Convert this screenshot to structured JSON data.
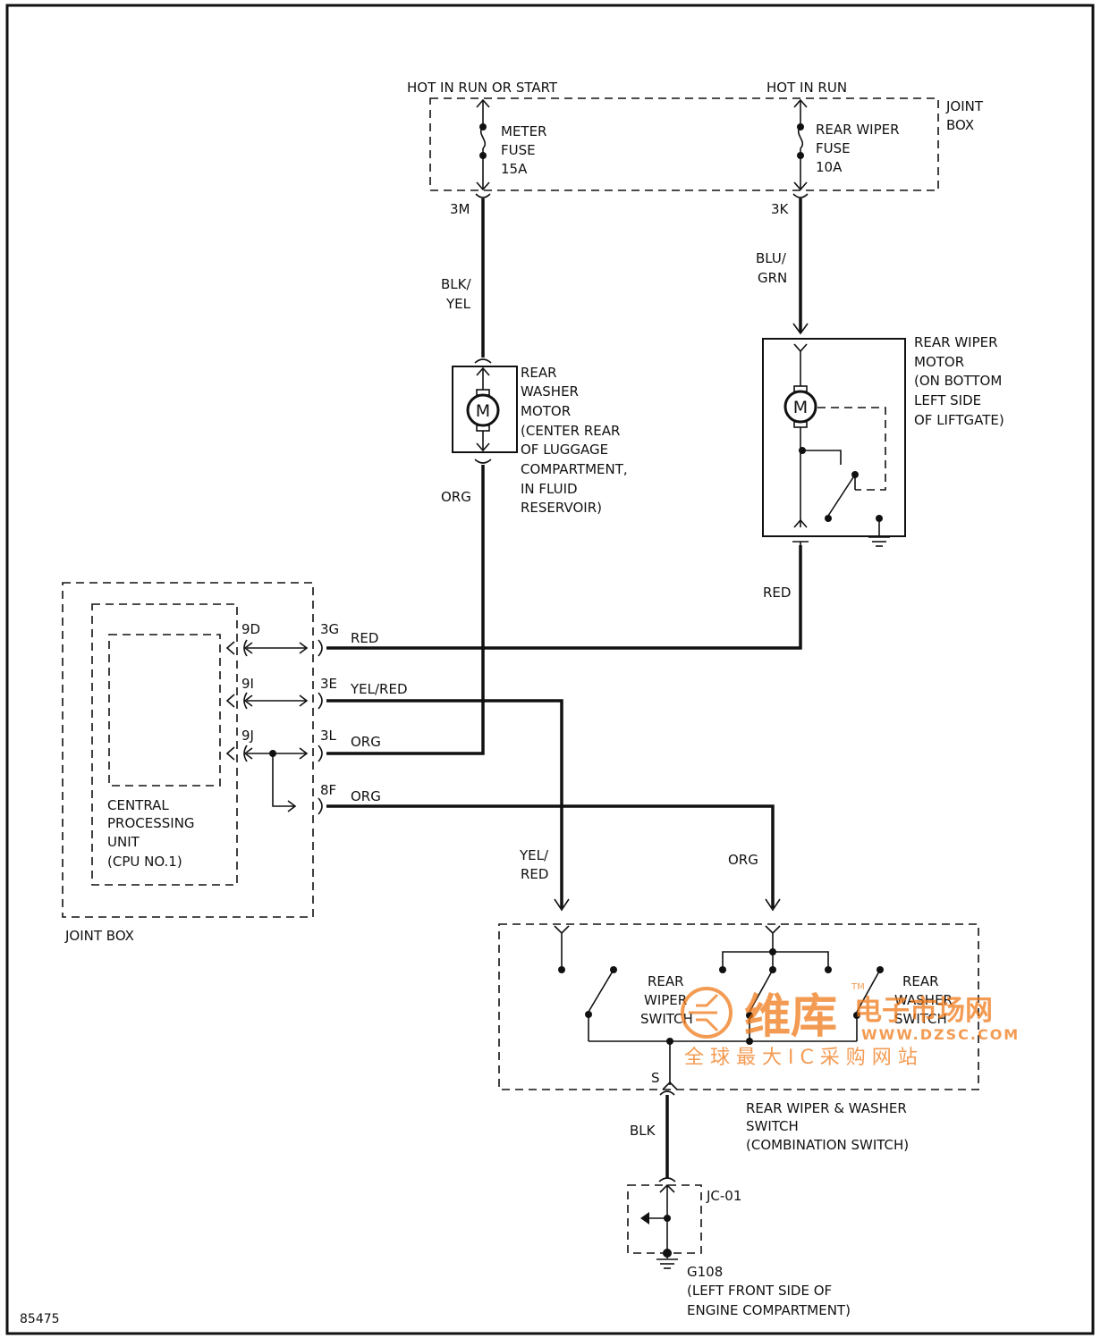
{
  "diagram_number": "85475",
  "power": {
    "hot_run_start": "HOT IN RUN OR START",
    "hot_run": "HOT IN RUN"
  },
  "joint_box_top": {
    "label_line1": "JOINT",
    "label_line2": "BOX"
  },
  "fuses": [
    {
      "line1": "METER",
      "line2": "FUSE",
      "rating": "15A",
      "terminal": "3M"
    },
    {
      "line1": "REAR WIPER",
      "line2": "FUSE",
      "rating": "10A",
      "terminal": "3K"
    }
  ],
  "wires": {
    "blk_yel_1": "BLK/",
    "blk_yel_2": "YEL",
    "blu_grn_1": "BLU/",
    "blu_grn_2": "GRN",
    "org_washer": "ORG",
    "red_motor": "RED",
    "red_3g": "RED",
    "yel_red_3e": "YEL/RED",
    "org_3l": "ORG",
    "org_8f": "ORG",
    "yel_red_sw_1": "YEL/",
    "yel_red_sw_2": "RED",
    "org_sw": "ORG",
    "blk_ground": "BLK"
  },
  "washer_motor": {
    "symbol": "M",
    "lines": [
      "REAR",
      "WASHER",
      "MOTOR",
      "(CENTER REAR",
      "OF LUGGAGE",
      "COMPARTMENT,",
      "IN FLUID",
      "RESERVOIR)"
    ]
  },
  "wiper_motor": {
    "symbol": "M",
    "lines": [
      "REAR WIPER",
      "MOTOR",
      "(ON BOTTOM",
      "LEFT SIDE",
      "OF LIFTGATE)"
    ]
  },
  "cpu": {
    "lines": [
      "CENTRAL",
      "PROCESSING",
      "UNIT",
      "(CPU NO.1)"
    ],
    "joint_box_label": "JOINT BOX",
    "pins": {
      "p9d": "9D",
      "p9i": "9I",
      "p9j": "9J",
      "p3g": "3G",
      "p3e": "3E",
      "p3l": "3L",
      "p8f": "8F"
    }
  },
  "combination_switch": {
    "wiper_switch": [
      "REAR",
      "WIPER",
      "SWITCH"
    ],
    "washer_switch": [
      "REAR",
      "WASHER",
      "SWITCH"
    ],
    "terminal_s": "S",
    "name_lines": [
      "REAR WIPER & WASHER",
      "SWITCH",
      "(COMBINATION SWITCH)"
    ]
  },
  "junction": {
    "name": "JC-01"
  },
  "ground": {
    "name": "G108",
    "lines": [
      "(LEFT FRONT SIDE OF",
      "ENGINE COMPARTMENT)"
    ]
  },
  "watermark": {
    "logo_cn": "维库",
    "tm": "TM",
    "name_cn": "电子市场网",
    "url": "WWW.DZSC.COM",
    "slogan_cn": "全 球 最 大 I C 采 购 网 站",
    "accent": "#f07a1a"
  }
}
